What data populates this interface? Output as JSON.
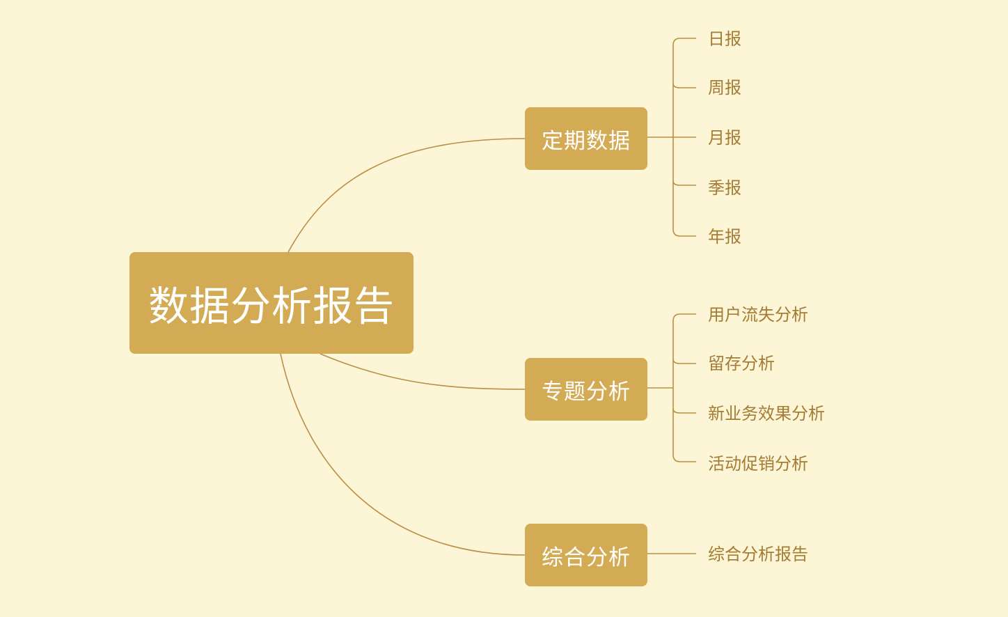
{
  "root": {
    "label": "数据分析报告"
  },
  "branches": [
    {
      "label": "定期数据",
      "leaves": [
        "日报",
        "周报",
        "月报",
        "季报",
        "年报"
      ]
    },
    {
      "label": "专题分析",
      "leaves": [
        "用户流失分析",
        "留存分析",
        "新业务效果分析",
        "活动促销分析"
      ]
    },
    {
      "label": "综合分析",
      "leaves": [
        "综合分析报告"
      ]
    }
  ],
  "colors": {
    "background": "#fcf5d6",
    "node": "#d4ab55",
    "node_text": "#ffffff",
    "line": "#b88f45",
    "leaf_text": "#a47c35"
  }
}
